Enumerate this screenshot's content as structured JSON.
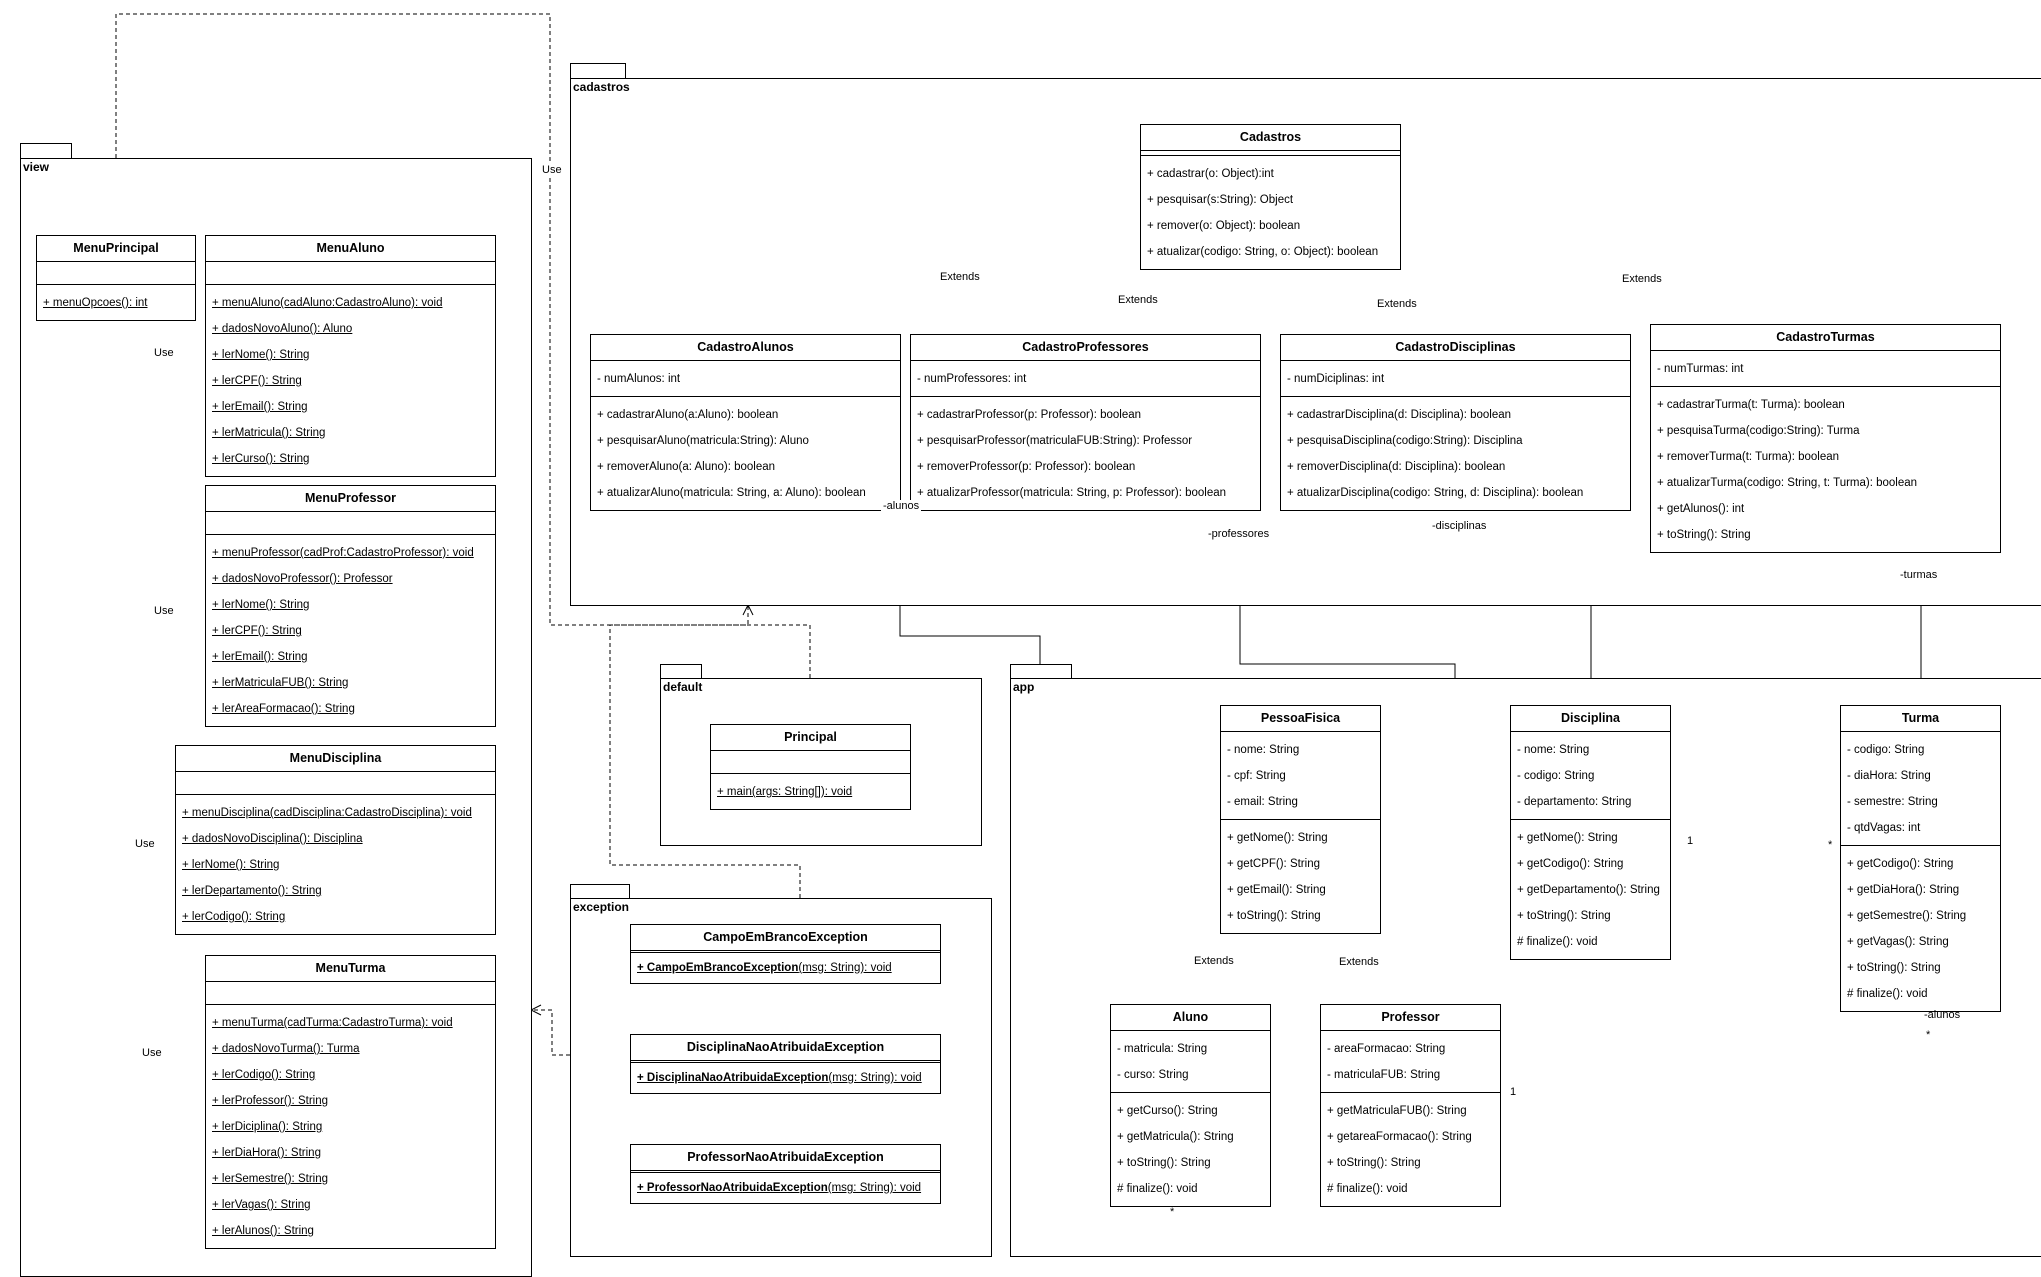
{
  "packages": {
    "view": "view",
    "cadastros": "cadastros",
    "default": "default",
    "app": "app",
    "exception": "exception"
  },
  "classes": {
    "menu_principal": {
      "name": "MenuPrincipal",
      "methods": [
        "+ menuOpcoes(): int"
      ]
    },
    "menu_aluno": {
      "name": "MenuAluno",
      "methods": [
        "+ menuAluno(cadAluno:CadastroAluno): void",
        "+ dadosNovoAluno(): Aluno",
        "+ lerNome(): String",
        "+ lerCPF(): String",
        "+ lerEmail(): String",
        "+ lerMatricula(): String",
        "+ lerCurso(): String"
      ]
    },
    "menu_professor": {
      "name": "MenuProfessor",
      "methods": [
        "+ menuProfessor(cadProf:CadastroProfessor): void",
        "+ dadosNovoProfessor(): Professor",
        "+ lerNome(): String",
        "+ lerCPF(): String",
        "+ lerEmail(): String",
        "+ lerMatriculaFUB(): String",
        "+ lerAreaFormacao(): String"
      ]
    },
    "menu_disciplina": {
      "name": "MenuDisciplina",
      "methods": [
        "+ menuDisciplina(cadDisciplina:CadastroDisciplina): void",
        "+ dadosNovoDisciplina(): Disciplina",
        "+ lerNome(): String",
        "+ lerDepartamento(): String",
        "+ lerCodigo(): String"
      ]
    },
    "menu_turma": {
      "name": "MenuTurma",
      "methods": [
        "+ menuTurma(cadTurma:CadastroTurma): void",
        "+ dadosNovoTurma(): Turma",
        "+ lerCodigo(): String",
        "+ lerProfessor(): String",
        "+ lerDiciplina(): String",
        "+ lerDiaHora(): String",
        "+ lerSemestre(): String",
        "+ lerVagas(): String",
        "+ lerAlunos(): String"
      ]
    },
    "cadastros": {
      "name": "Cadastros",
      "methods": [
        "+ cadastrar(o: Object):int",
        "+ pesquisar(s:String): Object",
        "+ remover(o: Object): boolean",
        "+ atualizar(codigo: String, o: Object): boolean"
      ]
    },
    "cadastro_alunos": {
      "name": "CadastroAlunos",
      "attributes": [
        "- numAlunos: int"
      ],
      "methods": [
        "+ cadastrarAluno(a:Aluno): boolean",
        "+ pesquisarAluno(matricula:String): Aluno",
        "+ removerAluno(a: Aluno): boolean",
        "+ atualizarAluno(matricula: String, a: Aluno): boolean"
      ]
    },
    "cadastro_professores": {
      "name": "CadastroProfessores",
      "attributes": [
        "- numProfessores: int"
      ],
      "methods": [
        "+ cadastrarProfessor(p: Professor): boolean",
        "+ pesquisarProfessor(matriculaFUB:String): Professor",
        "+ removerProfessor(p: Professor): boolean",
        "+ atualizarProfessor(matricula: String, p: Professor): boolean"
      ]
    },
    "cadastro_disciplinas": {
      "name": "CadastroDisciplinas",
      "attributes": [
        "- numDiciplinas: int"
      ],
      "methods": [
        "+ cadastrarDisciplina(d: Disciplina): boolean",
        "+ pesquisaDisciplina(codigo:String): Disciplina",
        "+ removerDisciplina(d: Disciplina): boolean",
        "+ atualizarDisciplina(codigo: String, d: Disciplina): boolean"
      ]
    },
    "cadastro_turmas": {
      "name": "CadastroTurmas",
      "attributes": [
        "- numTurmas: int"
      ],
      "methods": [
        "+ cadastrarTurma(t: Turma): boolean",
        "+ pesquisaTurma(codigo:String): Turma",
        "+ removerTurma(t: Turma): boolean",
        "+ atualizarTurma(codigo: String, t: Turma): boolean",
        "+ getAlunos(): int",
        "+ toString(): String"
      ]
    },
    "principal": {
      "name": "Principal",
      "methods": [
        "+ main(args: String[]): void"
      ]
    },
    "pessoa_fisica": {
      "name": "PessoaFisica",
      "attributes": [
        "- nome: String",
        "- cpf: String",
        "- email: String"
      ],
      "methods": [
        "+ getNome(): String",
        "+ getCPF(): String",
        "+ getEmail(): String",
        "+ toString(): String"
      ]
    },
    "disciplina": {
      "name": "Disciplina",
      "attributes": [
        "- nome: String",
        "- codigo: String",
        "- departamento: String"
      ],
      "methods": [
        "+ getNome(): String",
        "+ getCodigo(): String",
        "+ getDepartamento(): String",
        "+ toString(): String",
        "# finalize(): void"
      ]
    },
    "turma": {
      "name": "Turma",
      "attributes": [
        "- codigo: String",
        "- diaHora: String",
        "- semestre: String",
        "- qtdVagas: int"
      ],
      "methods": [
        "+ getCodigo(): String",
        "+ getDiaHora(): String",
        "+ getSemestre(): String",
        "+ getVagas(): String",
        "+ toString(): String",
        "# finalize(): void"
      ]
    },
    "aluno": {
      "name": "Aluno",
      "attributes": [
        "- matricula: String",
        "- curso: String"
      ],
      "methods": [
        "+ getCurso(): String",
        "+ getMatricula(): String",
        "+ toString(): String",
        "# finalize(): void"
      ]
    },
    "professor": {
      "name": "Professor",
      "attributes": [
        "- areaFormacao: String",
        "- matriculaFUB: String"
      ],
      "methods": [
        "+ getMatriculaFUB(): String",
        "+ getareaFormacao(): String",
        "+ toString(): String",
        "# finalize(): void"
      ]
    },
    "campo_em_branco_exception": {
      "name": "CampoEmBrancoException",
      "method_bold": "+ CampoEmBrancoException",
      "method_rest": "(msg: String): void"
    },
    "disciplina_nao_atribuida_exception": {
      "name": "DisciplinaNaoAtribuidaException",
      "method_bold": "+ DisciplinaNaoAtribuidaException",
      "method_rest": "(msg: String): void"
    },
    "professor_nao_atribuida_exception": {
      "name": "ProfessorNaoAtribuidaException",
      "method_bold": "+ ProfessorNaoAtribuidaException",
      "method_rest": "(msg: String): void"
    }
  },
  "labels": {
    "use": "Use",
    "extends": "Extends",
    "role_alunos": "-alunos",
    "role_professores": "-professores",
    "role_disciplinas": "-disciplinas",
    "role_turmas": "-turmas",
    "mult_one": "1",
    "mult_many": "*"
  }
}
